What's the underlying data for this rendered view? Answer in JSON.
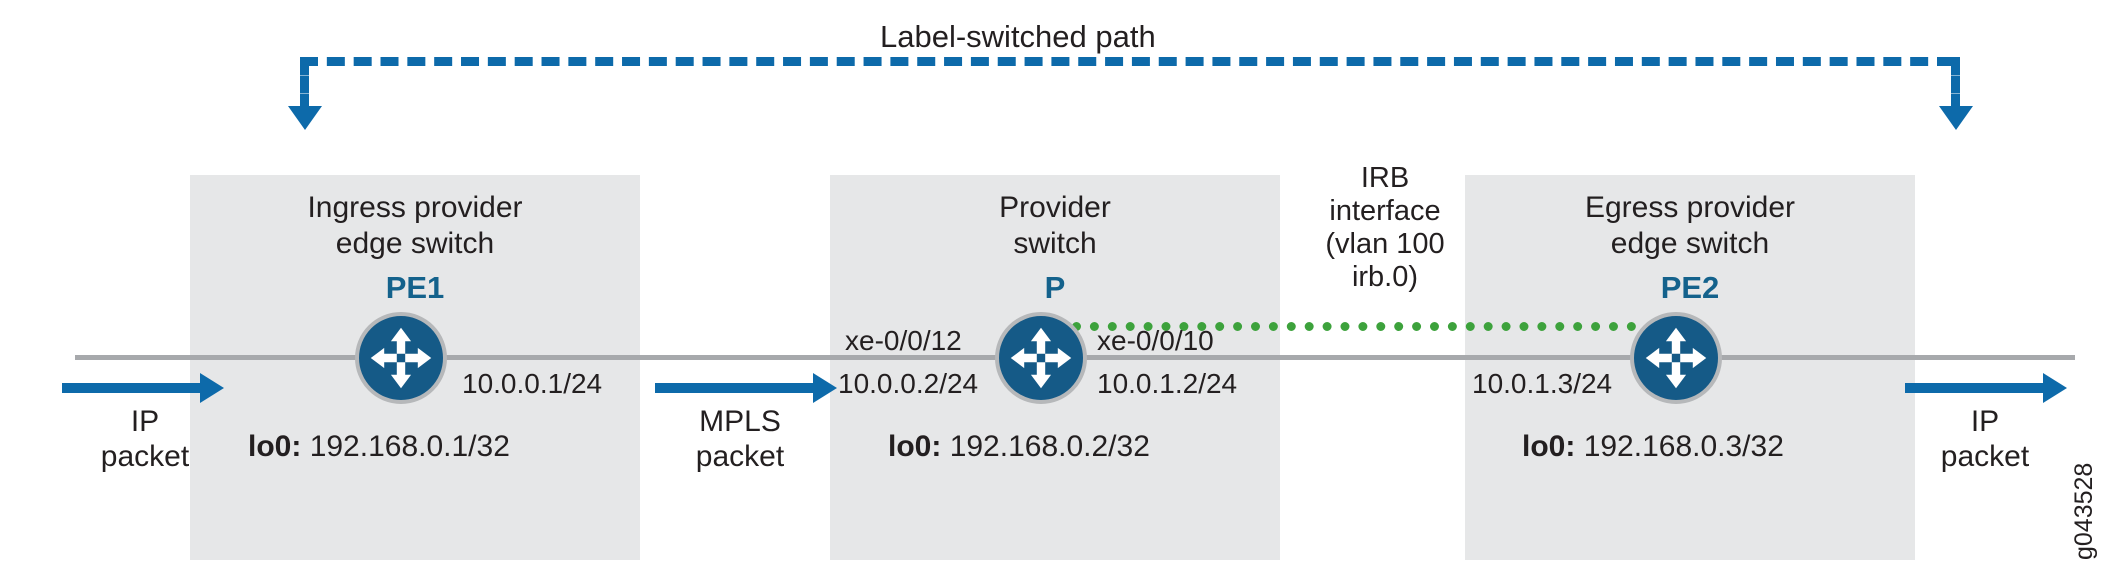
{
  "diagram": {
    "title": "Label-switched path",
    "watermark": "g043528",
    "colors": {
      "accent_blue": "#0d6aaa",
      "node_blue": "#14628c",
      "icon_fill": "#155a87",
      "box_gray": "#e6e7e8",
      "backbone_gray": "#a7a9ac",
      "irb_green": "#3da23c",
      "text": "#231f20"
    }
  },
  "nodes": [
    {
      "key": "pe1",
      "title": "Ingress provider\nedge switch",
      "id": "PE1",
      "loopback_label": "lo0:",
      "loopback_value": "192.168.0.1/32",
      "right_interface_address": "10.0.0.1/24",
      "icon": "switch-icon"
    },
    {
      "key": "p",
      "title": "Provider\nswitch",
      "id": "P",
      "loopback_label": "lo0:",
      "loopback_value": "192.168.0.2/32",
      "left_interface_name": "xe-0/0/12",
      "left_interface_address": "10.0.0.2/24",
      "right_interface_name": "xe-0/0/10",
      "right_interface_address": "10.0.1.2/24",
      "icon": "switch-icon"
    },
    {
      "key": "pe2",
      "title": "Egress provider\nedge switch",
      "id": "PE2",
      "loopback_label": "lo0:",
      "loopback_value": "192.168.0.3/32",
      "left_interface_address": "10.0.1.3/24",
      "icon": "switch-icon"
    }
  ],
  "packets": [
    {
      "key": "ingress-ip",
      "label": "IP\npacket"
    },
    {
      "key": "mpls",
      "label": "MPLS\npacket"
    },
    {
      "key": "egress-ip",
      "label": "IP\npacket"
    }
  ],
  "irb": {
    "label": "IRB\ninterface\n(vlan 100\nirb.0)"
  }
}
